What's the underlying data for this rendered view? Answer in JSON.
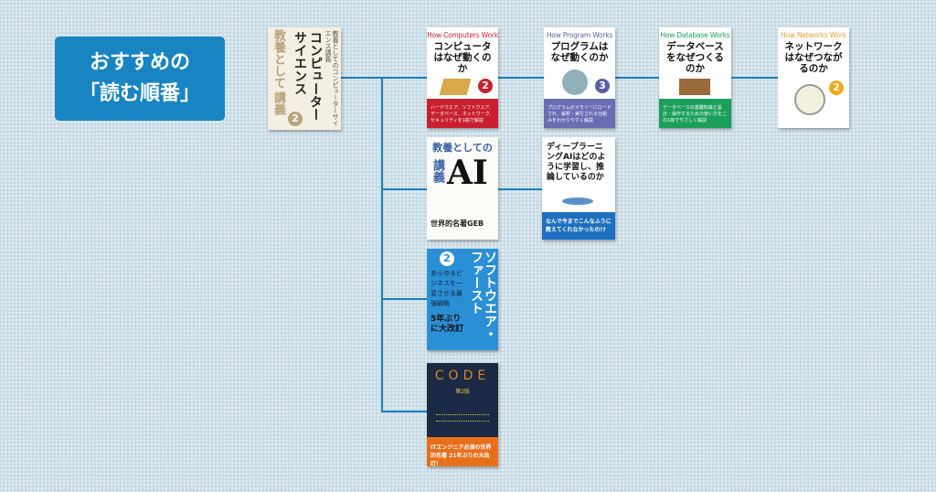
{
  "heading": {
    "line1": "おすすめの",
    "line2": "「読む順番」"
  },
  "colors": {
    "label_bg": "#1885c2",
    "connector": "#1a7fc0",
    "background": "#c9dbe5"
  },
  "books": [
    {
      "id": "cs",
      "title": "教養としてのコンピューターサイエンス講義",
      "edition": "第2版",
      "main": "コンピューターサイエンス",
      "top": "教養として",
      "bottom": "講義",
      "ed_num": "2"
    },
    {
      "id": "computers",
      "series": "How Computers Work",
      "title": "コンピュータはなぜ動くのか",
      "ed_num": "2",
      "band": "ハードウエア、ソフトウエア、データベース、ネットワーク、セキュリティを1冊で解説"
    },
    {
      "id": "program",
      "series": "How Program Works",
      "title": "プログラムはなぜ動くのか",
      "ed_num": "3",
      "band": "プログラムがメモリーにロードされ、解釈・実行される仕組みをわかりやすく解説"
    },
    {
      "id": "database",
      "series": "How Database Works",
      "title": "データベースをなぜつくるのか",
      "band": "データベースの基礎知識と設計・操作するための使い方をこの1冊でやさしく解説"
    },
    {
      "id": "network",
      "series": "How Networks Work",
      "title": "ネットワークはなぜつながるのか",
      "ed_num": "2"
    },
    {
      "id": "ai",
      "title": "教養としてのAI講義",
      "top": "教養としての",
      "big": "AI",
      "bottom": "講義",
      "tag": "世界的名著GEB"
    },
    {
      "id": "deeplearning",
      "title": "ディープラーニングAIはどのように学習し、推論しているのか",
      "band": "なんで今までこんなふうに教えてくれなかったの!?"
    },
    {
      "id": "software",
      "title": "ソフトウエア・ファースト",
      "ed_num": "2",
      "sub": "あらゆるビジネスを一変させる最強戦略",
      "band": "5年ぶりに大改訂"
    },
    {
      "id": "code",
      "title": "CODE",
      "edition": "第2版",
      "band": "ITエンジニア必須の世界的名著 21年ぶりの大改訂!"
    }
  ]
}
